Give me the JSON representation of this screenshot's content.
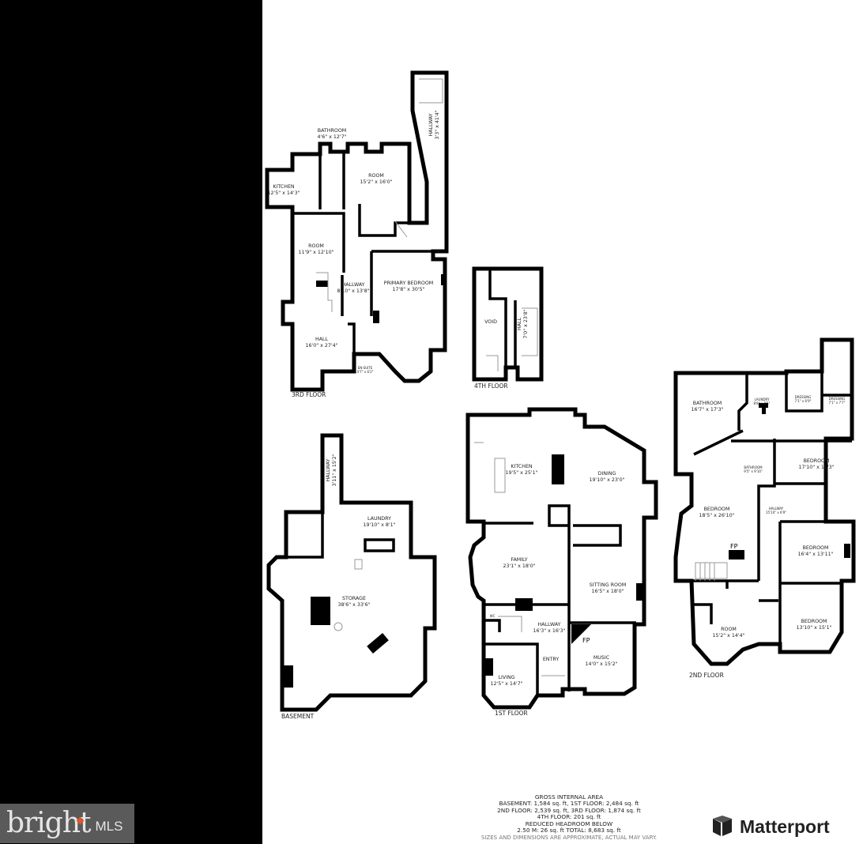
{
  "floors": {
    "third": {
      "label": "3RD FLOOR",
      "rooms": [
        {
          "name": "BATHROOM",
          "dims": "4'6\" x 12'7\""
        },
        {
          "name": "KITCHEN",
          "dims": "12'5\" x 14'3\""
        },
        {
          "name": "ROOM",
          "dims": "15'2\" x 16'0\""
        },
        {
          "name": "HALLWAY",
          "dims": "3'3\" x 41'4\""
        },
        {
          "name": "ROOM",
          "dims": "11'9\" x 12'10\""
        },
        {
          "name": "HALLWAY",
          "dims": "8'10\" x 13'8\""
        },
        {
          "name": "PRIMARY BEDROOM",
          "dims": "17'8\" x 30'5\""
        },
        {
          "name": "HALL",
          "dims": "16'0\" x 27'4\""
        },
        {
          "name": "EN-SUITE",
          "dims": "4'7\" x 6'2\""
        }
      ]
    },
    "fourth": {
      "label": "4TH FLOOR",
      "rooms": [
        {
          "name": "VOID",
          "dims": ""
        },
        {
          "name": "HALL",
          "dims": "7'0\" x 23'8\""
        }
      ]
    },
    "basement": {
      "label": "BASEMENT",
      "rooms": [
        {
          "name": "HALLWAY",
          "dims": "3'11\" x 15'2\""
        },
        {
          "name": "LAUNDRY",
          "dims": "19'10\" x 8'1\""
        },
        {
          "name": "STORAGE",
          "dims": "38'6\" x 33'6\""
        }
      ]
    },
    "first": {
      "label": "1ST FLOOR",
      "rooms": [
        {
          "name": "KITCHEN",
          "dims": "19'5\" x 25'1\""
        },
        {
          "name": "DINING",
          "dims": "19'10\" x 23'0\""
        },
        {
          "name": "FAMILY",
          "dims": "23'1\" x 18'0\""
        },
        {
          "name": "SITTING ROOM",
          "dims": "16'5\" x 18'0\""
        },
        {
          "name": "HALLWAY",
          "dims": "16'3\" x 16'3\""
        },
        {
          "name": "WC",
          "dims": ""
        },
        {
          "name": "ENTRY",
          "dims": ""
        },
        {
          "name": "MUSIC",
          "dims": "14'0\" x 15'2\""
        },
        {
          "name": "LIVING",
          "dims": "12'5\" x 14'7\""
        }
      ],
      "fp": "FP"
    },
    "second": {
      "label": "2ND FLOOR",
      "rooms": [
        {
          "name": "BATHROOM",
          "dims": "16'7\" x 17'3\""
        },
        {
          "name": "LAUNDRY",
          "dims": "8'8\" x 8'5\""
        },
        {
          "name": "DRESSING",
          "dims": "7'1\" x 6'9\""
        },
        {
          "name": "DRESSING",
          "dims": "7'1\" x 7'7\""
        },
        {
          "name": "BATHROOM",
          "dims": "9'5\" x 9'10\""
        },
        {
          "name": "BEDROOM",
          "dims": "17'10\" x 11'3\""
        },
        {
          "name": "HALLWAY",
          "dims": "15'10\" x 6'9\""
        },
        {
          "name": "BEDROOM",
          "dims": "18'5\" x 26'10\""
        },
        {
          "name": "BEDROOM",
          "dims": "16'4\" x 13'11\""
        },
        {
          "name": "ROOM",
          "dims": "15'2\" x 14'4\""
        },
        {
          "name": "BEDROOM",
          "dims": "13'10\" x 15'1\""
        }
      ],
      "fp": "FP"
    }
  },
  "gross_area": {
    "title": "GROSS INTERNAL AREA",
    "line1": "BASEMENT: 1,584 sq. ft, 1ST FLOOR: 2,484 sq. ft",
    "line2": "2ND FLOOR: 2,539 sq. ft, 3RD FLOOR: 1,874 sq. ft",
    "line3": "4TH FLOOR: 201 sq. ft",
    "line4": "REDUCED HEADROOM BELOW",
    "line5": "2.50 M: 26 sq. ft TOTAL: 8,683 sq. ft",
    "disclaimer": "SIZES AND DIMENSIONS ARE APPROXIMATE, ACTUAL MAY VARY."
  },
  "logos": {
    "bright_word": "bright",
    "bright_mls": "MLS",
    "matterport": "Matterport"
  },
  "colors": {
    "logo_bg": "#5a5a5a",
    "accent": "#e0542e"
  }
}
